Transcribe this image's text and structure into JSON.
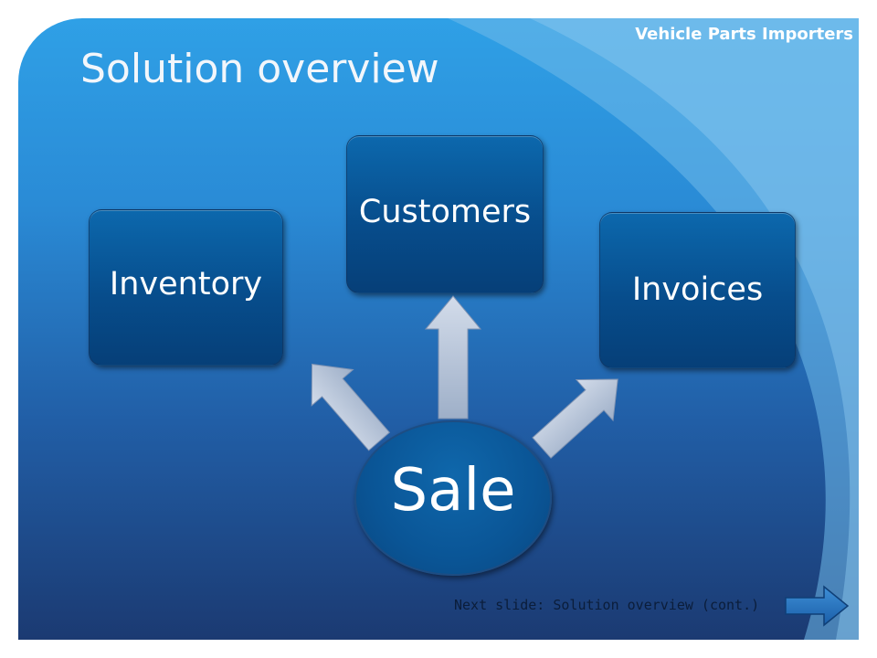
{
  "header": {
    "company": "Vehicle Parts Importers",
    "title": "Solution overview"
  },
  "diagram": {
    "center": "Sale",
    "nodes": [
      "Inventory",
      "Customers",
      "Invoices"
    ]
  },
  "footer": {
    "next_label": "Next slide: Solution overview (cont.)"
  },
  "colors": {
    "box": "#074d8c",
    "arrow": "#b9c6da",
    "background_top": "#2fa0e6",
    "background_bottom": "#1b3a72"
  },
  "icons": {
    "next": "arrow-right-icon"
  }
}
